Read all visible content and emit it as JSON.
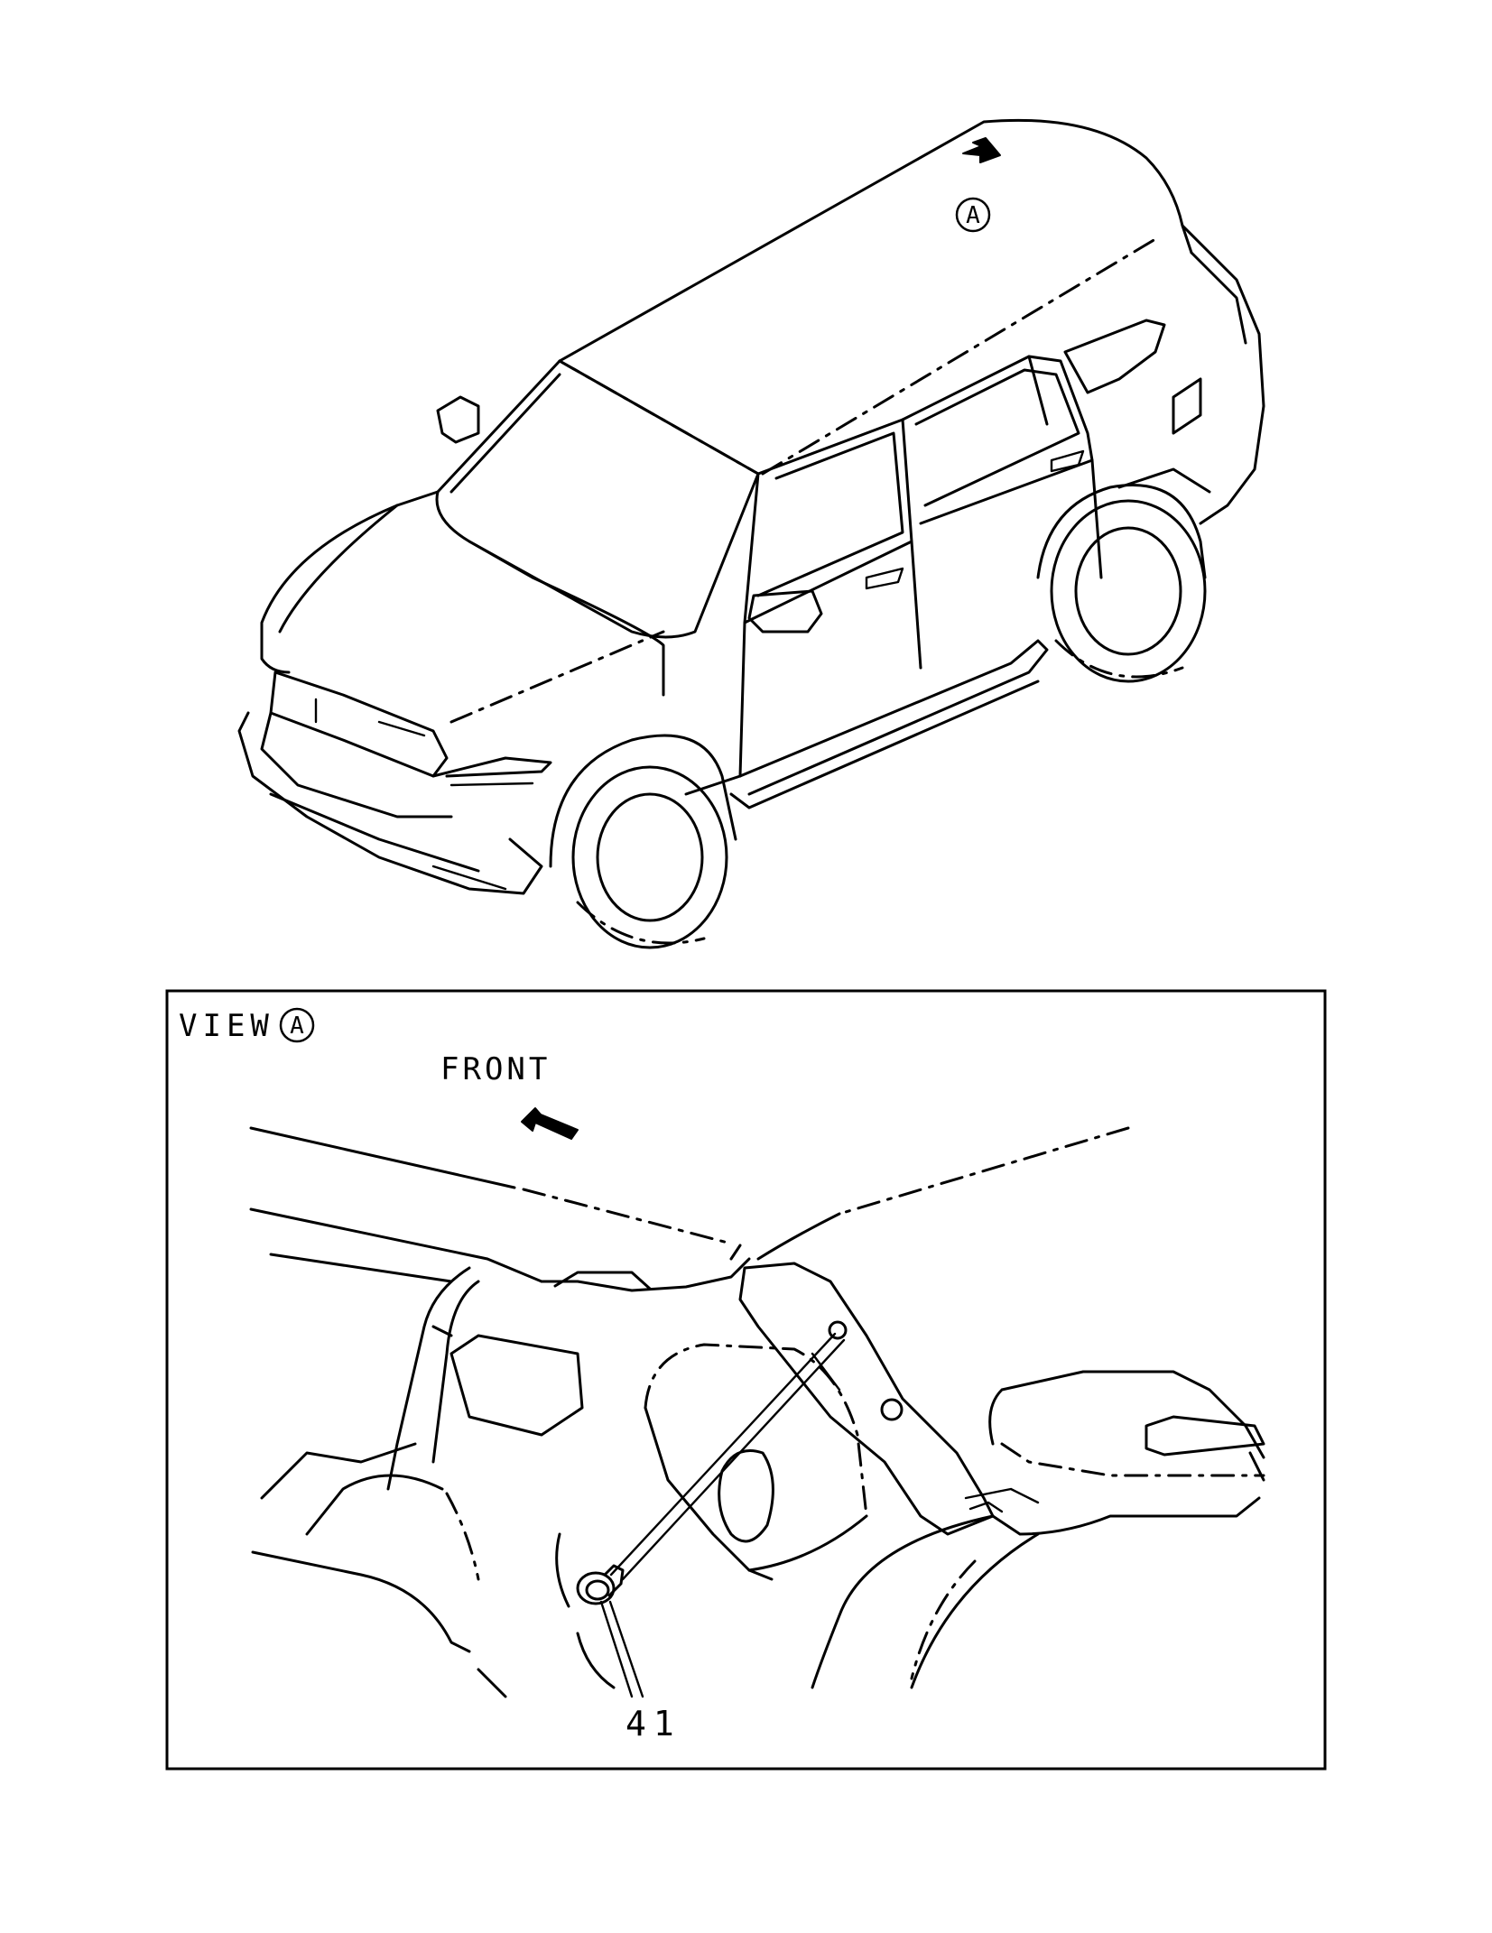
{
  "callout_top": "A",
  "view_box": {
    "view_label": "VIEW",
    "view_letter": "A",
    "front_label": "FRONT"
  },
  "parts": [
    {
      "number": "41"
    }
  ]
}
